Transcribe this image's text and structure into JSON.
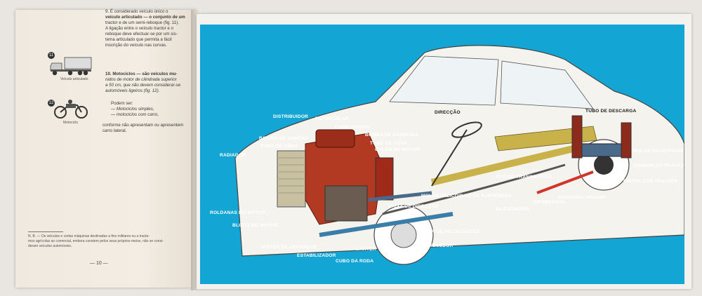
{
  "left_page": {
    "p9_lines": [
      "9. É considerado veículo único o",
      "veículo articulado — o conjunto de um",
      "tractor e de um semi-reboque (fig. 11).",
      "A ligação entre o veículo tractor e o",
      "reboque deve efectuar-se por um sis-",
      "tema articulado que permita a fácil",
      "inscrição do veículo nas curvas."
    ],
    "p10_lines": [
      "10. Motociclos — são veículos mu-",
      "nidos de motor de cilindrada superior",
      "a 50 cm, que não devem considerar-se",
      "automóveis ligeiros (fig. 12)."
    ],
    "podem_ser": "Podem ser:",
    "list": [
      "— Motociclos simples,",
      "— motociclos com carro,"
    ],
    "conforme": [
      "conforme não apresentam ou apresentem",
      "carro lateral."
    ],
    "fig11_num": "11",
    "fig11_caption": "Veículo articulado",
    "fig12_num": "12",
    "fig12_caption": "Motociclo",
    "footnote_lines": [
      "N. B. — Os veículos e certas máquinas destinadas a fins militares ou a tracta-",
      "mos agrícolas ao comercial, embora constem pelos seus próprios meios, não se consi-",
      "deram veículos automóveis."
    ],
    "page_number": "— 10 —"
  },
  "diagram_labels": {
    "distribuidor": "DISTRIBUIDOR",
    "filtro_de_ar": "FILTRO DE AR",
    "carburador": "CARBURADOR",
    "bobina": "BOBINA DE IGNIÇÃO",
    "tubo_agua_1": "TUBO DE ÁGUA",
    "bomba_gasolina": "BOMBA DE GASOLINA",
    "tubo_agua_2": "TUBO DE ÁGUA",
    "calco_motor": "CALÇO DO MOTOR",
    "radiador": "RADIADOR",
    "direccao": "DIRECÇÃO",
    "tubo_descarga": "TUBO DE DESCARGA",
    "molas_helicoidais_right": "MOLAS HELICOIDAIS",
    "tambor_travao": "TAMBOR DO TRAVÃO",
    "cintas_travoes": "CINTAS DOS TRAVÕES",
    "veio_transmissao": "VEIO DE TRANSMISSÃO",
    "molas_suspensao": "MOLAS HELICOIDAIS DA SUSPENSÃO",
    "diferencial": "DIFERENCIAL",
    "suspensao_traseira": "SUSPENSÃO TRASEIRA",
    "silenciador": "SILENCIADOR",
    "caixa_direccao": "CAIXA DE DIRECÇÃO",
    "roldanas": "ROLDANAS DO MOTOR",
    "bloco": "BLOCO DO MOTOR",
    "caixa_velocidades": "CAIXA DE VELOCIDADES",
    "motor_arranque": "MOTOR DE ARRANQUE",
    "carter": "CÁRTER",
    "amortecedor": "AMORTECEDOR",
    "estabilizador": "ESTABILIZADOR",
    "cubo_roda": "CUBO DA RODA"
  },
  "colors": {
    "plate_blue": "#13a5d4",
    "engine_red": "#b23a22",
    "chassis_yellow": "#c9b24a"
  }
}
